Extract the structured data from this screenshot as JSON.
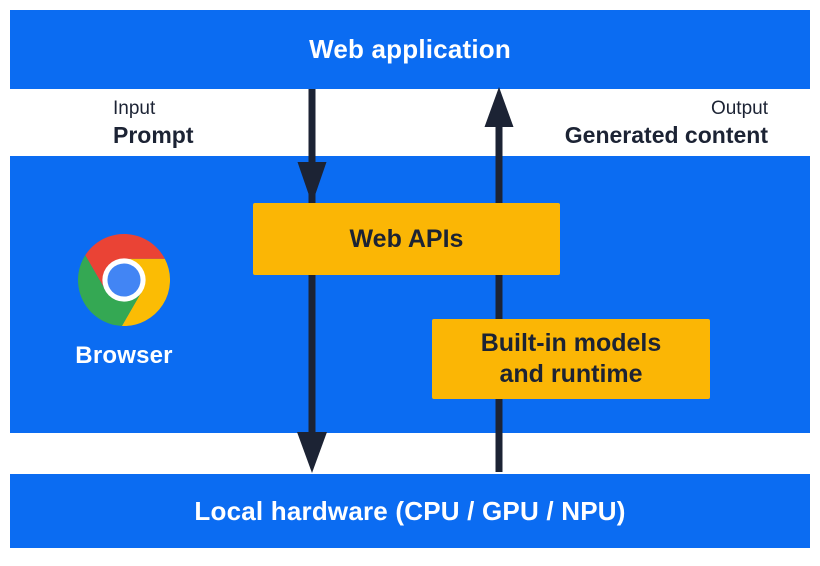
{
  "layers": {
    "web_application": {
      "label": "Web application"
    },
    "io": {
      "input": {
        "caption": "Input",
        "value": "Prompt"
      },
      "output": {
        "caption": "Output",
        "value": "Generated content"
      }
    },
    "browser": {
      "label": "Browser",
      "logo_icon": "chrome-logo",
      "web_apis": {
        "label": "Web APIs"
      },
      "builtin_models": {
        "line1": "Built-in models",
        "line2": "and runtime"
      }
    },
    "local_hardware": {
      "label": "Local hardware (CPU / GPU / NPU)"
    }
  },
  "colors": {
    "blue": "#0b6cf2",
    "yellow": "#fbb605",
    "navy": "#1c2334",
    "white": "#ffffff",
    "chrome-red": "#ea4335",
    "chrome-yellow": "#fbbc04",
    "chrome-green": "#34a853",
    "chrome-blue": "#4285f4"
  }
}
